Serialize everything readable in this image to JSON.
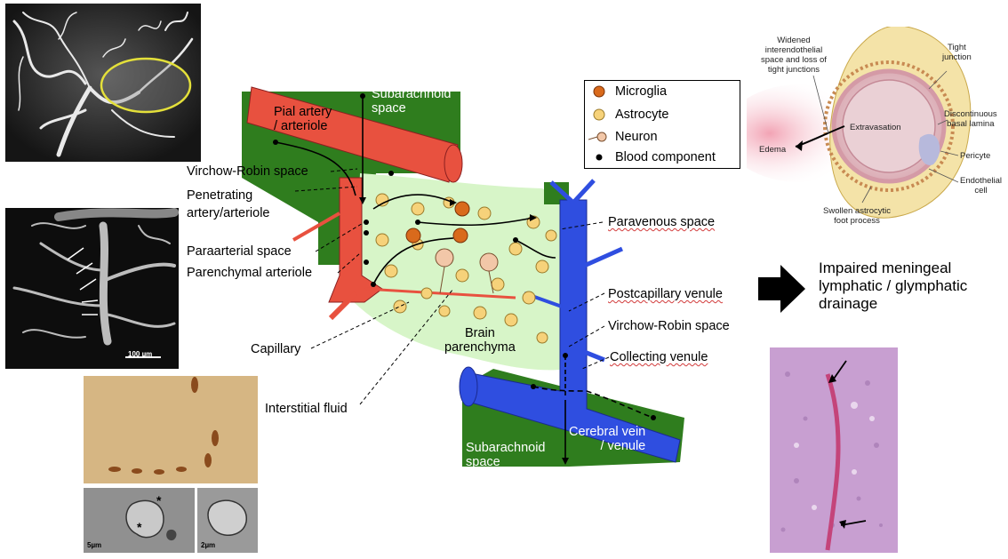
{
  "diagram": {
    "labels": {
      "subarachnoid_top": "Subarachnoid\nspace",
      "pial_artery": "Pial artery\n/ arteriole",
      "virchow_robin_left": "Virchow-Robin space",
      "penetrating_artery": "Penetrating\nartery/arteriole",
      "paraarterial_space": "Paraarterial space",
      "parenchymal_arteriole": "Parenchymal arteriole",
      "capillary": "Capillary",
      "interstitial_fluid": "Interstitial fluid",
      "brain_parenchyma": "Brain\nparenchyma",
      "paravenous_space": "Paravenous space",
      "postcapillary_venule": "Postcapillary venule",
      "virchow_robin_right": "Virchow-Robin space",
      "collecting_venule": "Collecting venule",
      "cerebral_vein": "Cerebral vein\n/ venule",
      "subarachnoid_bottom": "Subarachnoid\nspace",
      "impaired_drainage": "Impaired meningeal\nlymphatic / glymphatic\ndrainage"
    },
    "legend": [
      {
        "label": "Microglia",
        "icon": "microglia-icon"
      },
      {
        "label": "Astrocyte",
        "icon": "astrocyte-icon"
      },
      {
        "label": "Neuron",
        "icon": "neuron-icon"
      },
      {
        "label": "Blood component",
        "icon": "blood-dot-icon"
      }
    ],
    "bbb": {
      "widened": "Widened\ninterendothelial\nspace and loss of\ntight junctions",
      "tight_junction": "Tight\njunction",
      "discontinuous": "Discontinuous\nbasal lamina",
      "extravasation": "Extravasation",
      "edema": "Edema",
      "pericyte": "Pericyte",
      "endothelial": "Endothelial\ncell",
      "swollen": "Swollen astrocytic\nfoot process"
    },
    "micrographs": {
      "scale_100um": "100 µm",
      "scale_5um": "5µm",
      "scale_2um": "2µm",
      "asterisk": "*"
    },
    "colors": {
      "artery": "#e8513f",
      "vein": "#2f4ee0",
      "meninges": "#2f7d1e",
      "parenchyma": "#d7f5c8",
      "astrocyte": "#f6d27a",
      "microglia": "#d96a1c",
      "neuron": "#f2c7a8",
      "ellipse": "#e4e03a"
    }
  }
}
